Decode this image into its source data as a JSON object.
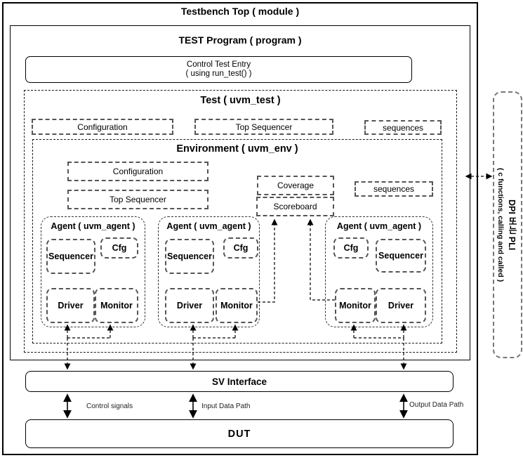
{
  "diagram": {
    "testbench_title": "Testbench Top ( module )",
    "test_program_title": "TEST Program ( program )",
    "control_test_entry": {
      "line1": "Control Test Entry",
      "line2": "(  using run_test()  )"
    },
    "test": {
      "title": "Test ( uvm_test )",
      "configuration": "Configuration",
      "top_sequencer": "Top Sequencer",
      "sequences": "sequences"
    },
    "environment": {
      "title": "Environment ( uvm_env )",
      "configuration": "Configuration",
      "top_sequencer": "Top Sequencer",
      "coverage": "Coverage",
      "scoreboard": "Scoreboard",
      "sequences": "sequences"
    },
    "agents": [
      {
        "title": "Agent ( uvm_agent )",
        "sequencer": "Sequencer",
        "cfg": "Cfg",
        "driver": "Driver",
        "monitor": "Monitor"
      },
      {
        "title": "Agent ( uvm_agent )",
        "sequencer": "Sequencer",
        "cfg": "Cfg",
        "driver": "Driver",
        "monitor": "Monitor"
      },
      {
        "title": "Agent ( uvm_agent )",
        "sequencer": "Sequencer",
        "cfg": "Cfg",
        "driver": "Driver",
        "monitor": "Monitor"
      }
    ],
    "sv_interface": "SV Interface",
    "dut": "DUT",
    "signals": {
      "control": "Control signals",
      "input": "Input Data Path",
      "output": "Output Data Path"
    },
    "dpi": {
      "line1": "DPI 또는 PLI",
      "line2": "( c functions, calling and called )"
    }
  },
  "colors": {
    "background": "#ffffff",
    "line": "#000000",
    "container_dash": "#1a1a1a",
    "component_dash": "#555555"
  }
}
